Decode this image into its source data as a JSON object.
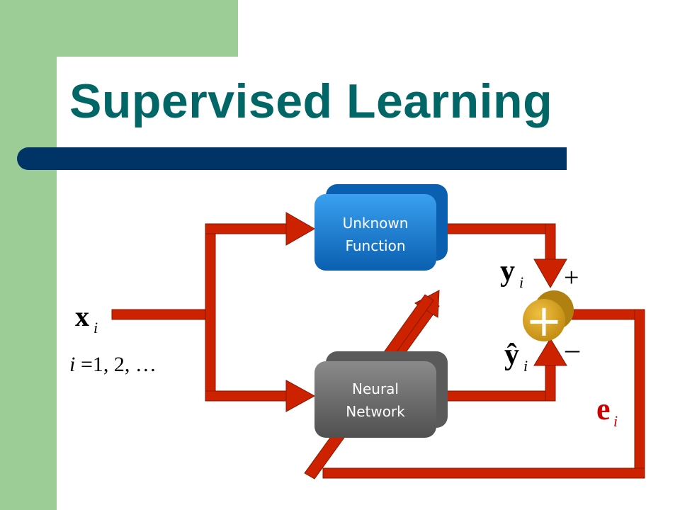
{
  "slide": {
    "title": "Supervised Learning"
  },
  "diagram": {
    "unknown_function": {
      "line1": "Unknown",
      "line2": "Function"
    },
    "neural_network": {
      "line1": "Neural",
      "line2": "Network"
    },
    "input": {
      "symbol": "x",
      "subscript": "i"
    },
    "index_range": {
      "var": "i",
      "equals": "=1, 2, …"
    },
    "target": {
      "symbol": "y",
      "subscript": "i",
      "sign": "+"
    },
    "estimate": {
      "symbol": "ŷ",
      "subscript": "i",
      "sign": "–"
    },
    "error": {
      "symbol": "e",
      "subscript": "i"
    },
    "summer": {
      "symbol": "+"
    }
  },
  "colors": {
    "arrow_red": "#cc2200",
    "unknown_box": "#1e84d8",
    "network_box": "#707070",
    "summer": "#d9a520",
    "title": "#006666",
    "rule": "#003366",
    "sidebar": "#9dcd97"
  }
}
